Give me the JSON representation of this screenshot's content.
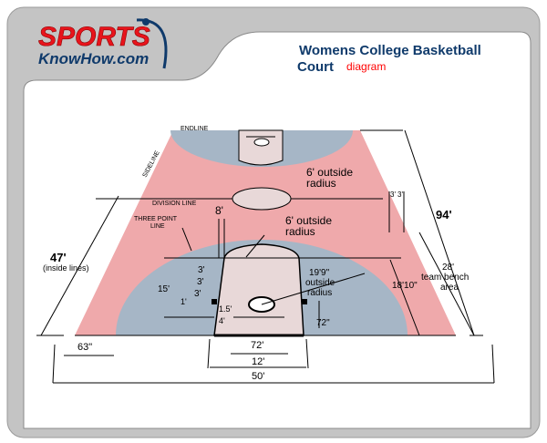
{
  "logo": {
    "line1": "SPORTS",
    "line2": "KnowHow.com"
  },
  "title": {
    "line1": "Womens College Basketball",
    "line2": "Court",
    "sub": "diagram"
  },
  "labels": {
    "endline": "ENDLINE",
    "sideline": "SIDELINE",
    "division_line": "DIVISION LINE",
    "three_point_line_1": "THREE POINT",
    "three_point_line_2": "LINE",
    "center_radius_1": "6' outside",
    "center_radius_2": "radius",
    "ft_radius_1": "6' outside",
    "ft_radius_2": "radius",
    "three_pt_radius_1": "19'9\"",
    "three_pt_radius_2": "outside",
    "three_pt_radius_3": "radius",
    "eight": "8'",
    "three_a": "3'",
    "three_b": "3'",
    "three_c": "3'",
    "three_d": "3'",
    "three_e": "3'",
    "fifteen": "15'",
    "one": "1'",
    "one_five": "1.5'",
    "four": "4'",
    "seventytwo_in": "72\"",
    "eighteen_ten": "18'10\"",
    "bench_1": "28'",
    "bench_2": "team bench",
    "bench_3": "area",
    "width_94": "94'",
    "width_47": "47'",
    "inside_lines": "(inside lines)",
    "sixty_three": "63\"",
    "seventytwo": "72'",
    "twelve": "12'",
    "fifty": "50'"
  },
  "colors": {
    "court": "#efa9ab",
    "key": "#a6b6c6",
    "lane": "#e8d8d8",
    "title": "#0f3a6b",
    "accent": "#ff0000"
  }
}
